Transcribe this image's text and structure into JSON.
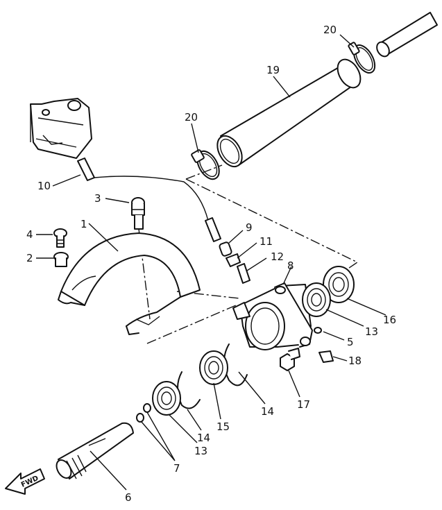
{
  "diagram": {
    "fwd_label": "FWD",
    "parts": [
      {
        "number": "1"
      },
      {
        "number": "2"
      },
      {
        "number": "3"
      },
      {
        "number": "4"
      },
      {
        "number": "5"
      },
      {
        "number": "6"
      },
      {
        "number": "7"
      },
      {
        "number": "8"
      },
      {
        "number": "9"
      },
      {
        "number": "10"
      },
      {
        "number": "11"
      },
      {
        "number": "12"
      },
      {
        "number": "13"
      },
      {
        "number": "13"
      },
      {
        "number": "14"
      },
      {
        "number": "14"
      },
      {
        "number": "15"
      },
      {
        "number": "16"
      },
      {
        "number": "17"
      },
      {
        "number": "18"
      },
      {
        "number": "19"
      },
      {
        "number": "20"
      },
      {
        "number": "20"
      }
    ]
  }
}
